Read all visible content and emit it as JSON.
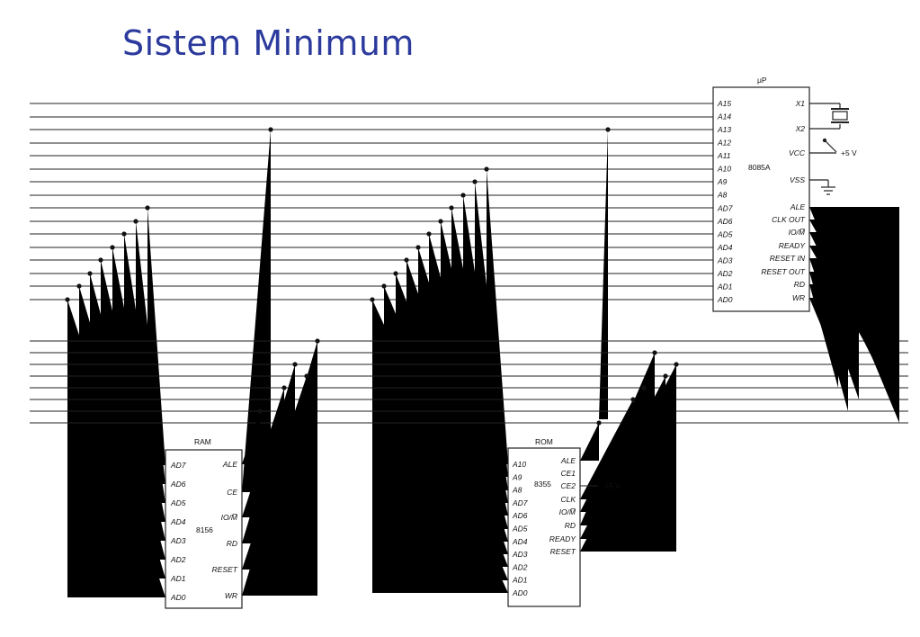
{
  "slide": {
    "title": "Sistem Minimum"
  },
  "chips": {
    "cpu": {
      "caption": "μP",
      "part": "8085A",
      "left_pins": [
        "A15",
        "A14",
        "A13",
        "A12",
        "A11",
        "A10",
        "A9",
        "A8",
        "AD7",
        "AD6",
        "AD5",
        "AD4",
        "AD3",
        "AD2",
        "AD1",
        "AD0"
      ],
      "right_pins": [
        "X1",
        "X2",
        "VCC",
        "VSS",
        "ALE",
        "CLK OUT",
        "IO/M̅",
        "READY",
        "RESET IN",
        "RESET OUT",
        "RD",
        "WR"
      ],
      "supply_label": "+5 V"
    },
    "ram": {
      "caption": "RAM",
      "part": "8156",
      "left_pins": [
        "AD7",
        "AD6",
        "AD5",
        "AD4",
        "AD3",
        "AD2",
        "AD1",
        "AD0"
      ],
      "right_pins": [
        "ALE",
        "CE",
        "IO/M̅",
        "RD",
        "RESET",
        "WR"
      ]
    },
    "rom": {
      "caption": "ROM",
      "part": "8355",
      "left_pins": [
        "A10",
        "A9",
        "A8",
        "AD7",
        "AD6",
        "AD5",
        "AD4",
        "AD3",
        "AD2",
        "AD1",
        "AD0"
      ],
      "right_pins": [
        "ALE",
        "CE1",
        "CE2",
        "CLK",
        "IO/M̅",
        "RD",
        "READY",
        "RESET"
      ],
      "supply_label": "+5 V"
    }
  }
}
